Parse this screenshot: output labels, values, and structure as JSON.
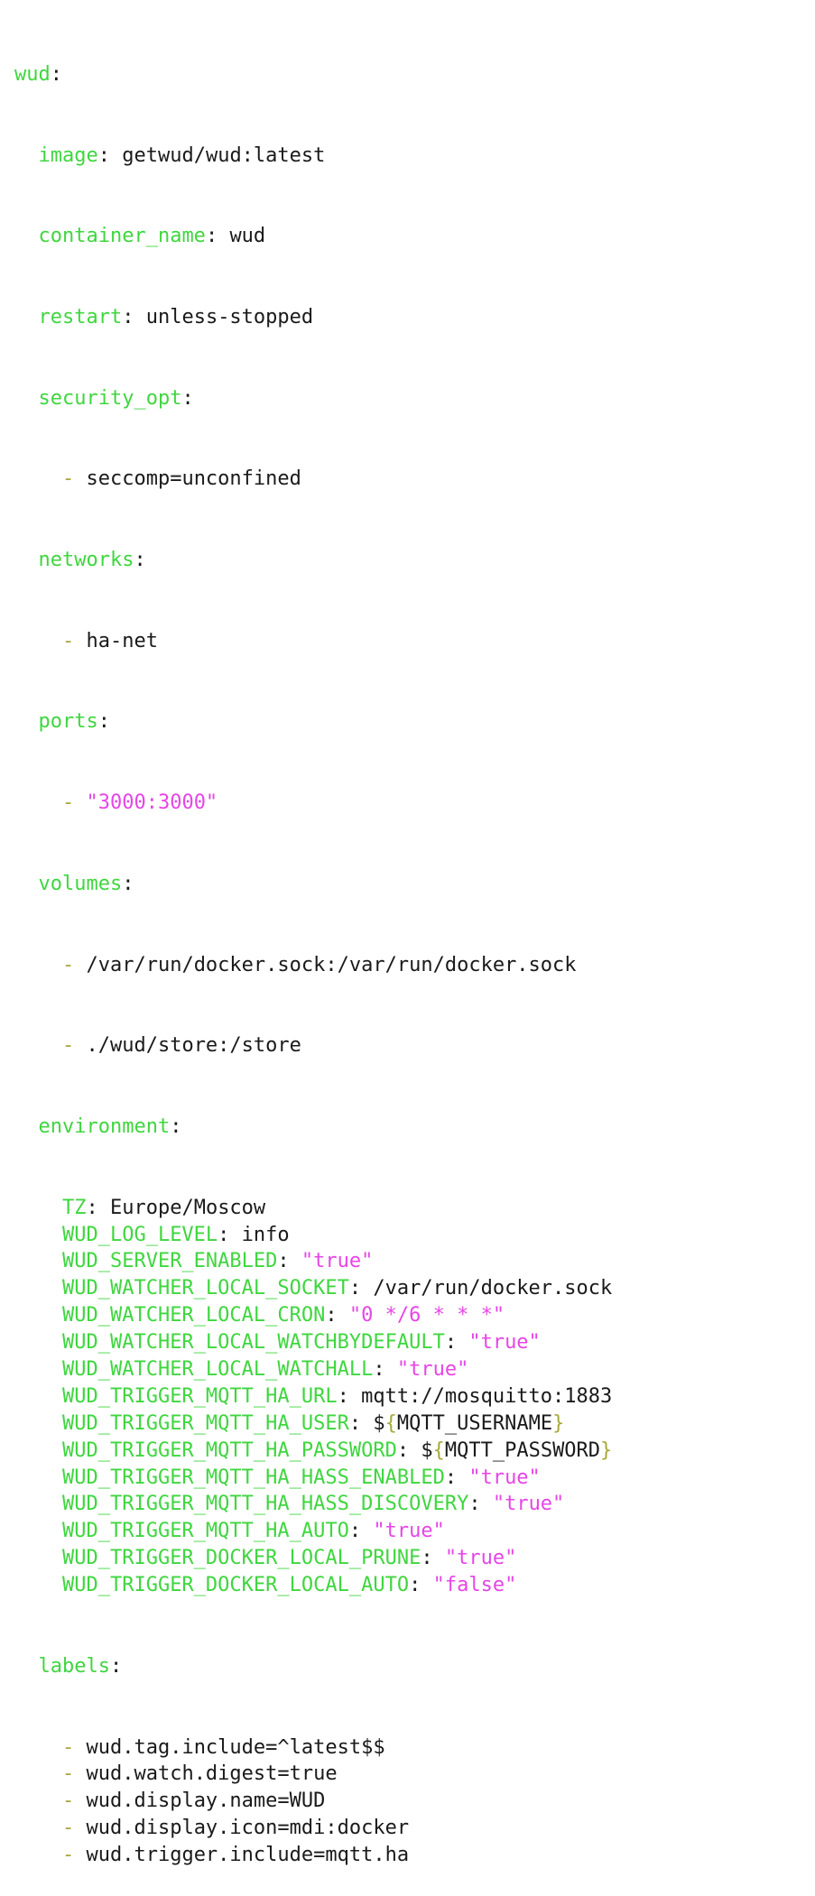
{
  "document": {
    "root_key": "wud",
    "image": {
      "key": "image",
      "value": "getwud/wud:latest"
    },
    "container_name": {
      "key": "container_name",
      "value": "wud"
    },
    "restart": {
      "key": "restart",
      "value": "unless-stopped"
    },
    "security_opt": {
      "key": "security_opt",
      "items": [
        "seccomp=unconfined"
      ]
    },
    "networks": {
      "key": "networks",
      "items": [
        "ha-net"
      ]
    },
    "ports": {
      "key": "ports",
      "items": [
        "\"3000:3000\""
      ]
    },
    "volumes": {
      "key": "volumes",
      "items": [
        "/var/run/docker.sock:/var/run/docker.sock",
        "./wud/store:/store"
      ]
    },
    "environment": {
      "key": "environment",
      "entries": [
        {
          "key": "TZ",
          "value": "Europe/Moscow",
          "kind": "plain"
        },
        {
          "key": "WUD_LOG_LEVEL",
          "value": "info",
          "kind": "plain"
        },
        {
          "key": "WUD_SERVER_ENABLED",
          "value": "\"true\"",
          "kind": "string"
        },
        {
          "key": "WUD_WATCHER_LOCAL_SOCKET",
          "value": "/var/run/docker.sock",
          "kind": "plain"
        },
        {
          "key": "WUD_WATCHER_LOCAL_CRON",
          "value": "\"0 */6 * * *\"",
          "kind": "string"
        },
        {
          "key": "WUD_WATCHER_LOCAL_WATCHBYDEFAULT",
          "value": "\"true\"",
          "kind": "string"
        },
        {
          "key": "WUD_WATCHER_LOCAL_WATCHALL",
          "value": "\"true\"",
          "kind": "string"
        },
        {
          "key": "WUD_TRIGGER_MQTT_HA_URL",
          "value": "mqtt://mosquitto:1883",
          "kind": "plain"
        },
        {
          "key": "WUD_TRIGGER_MQTT_HA_USER",
          "value": "MQTT_USERNAME",
          "kind": "var"
        },
        {
          "key": "WUD_TRIGGER_MQTT_HA_PASSWORD",
          "value": "MQTT_PASSWORD",
          "kind": "var"
        },
        {
          "key": "WUD_TRIGGER_MQTT_HA_HASS_ENABLED",
          "value": "\"true\"",
          "kind": "string"
        },
        {
          "key": "WUD_TRIGGER_MQTT_HA_HASS_DISCOVERY",
          "value": "\"true\"",
          "kind": "string"
        },
        {
          "key": "WUD_TRIGGER_MQTT_HA_AUTO",
          "value": "\"true\"",
          "kind": "string"
        },
        {
          "key": "WUD_TRIGGER_DOCKER_LOCAL_PRUNE",
          "value": "\"true\"",
          "kind": "string"
        },
        {
          "key": "WUD_TRIGGER_DOCKER_LOCAL_AUTO",
          "value": "\"false\"",
          "kind": "string"
        }
      ]
    },
    "labels": {
      "key": "labels",
      "items": [
        "wud.tag.include=^latest$$",
        "wud.watch.digest=true",
        "wud.display.name=WUD",
        "wud.display.icon=mdi:docker",
        "wud.trigger.include=mqtt.ha"
      ]
    }
  },
  "colors": {
    "key": "#3fd63f",
    "string": "#e645e6",
    "dash": "#a8a838",
    "text": "#1a1a1a",
    "background": "#ffffff"
  }
}
